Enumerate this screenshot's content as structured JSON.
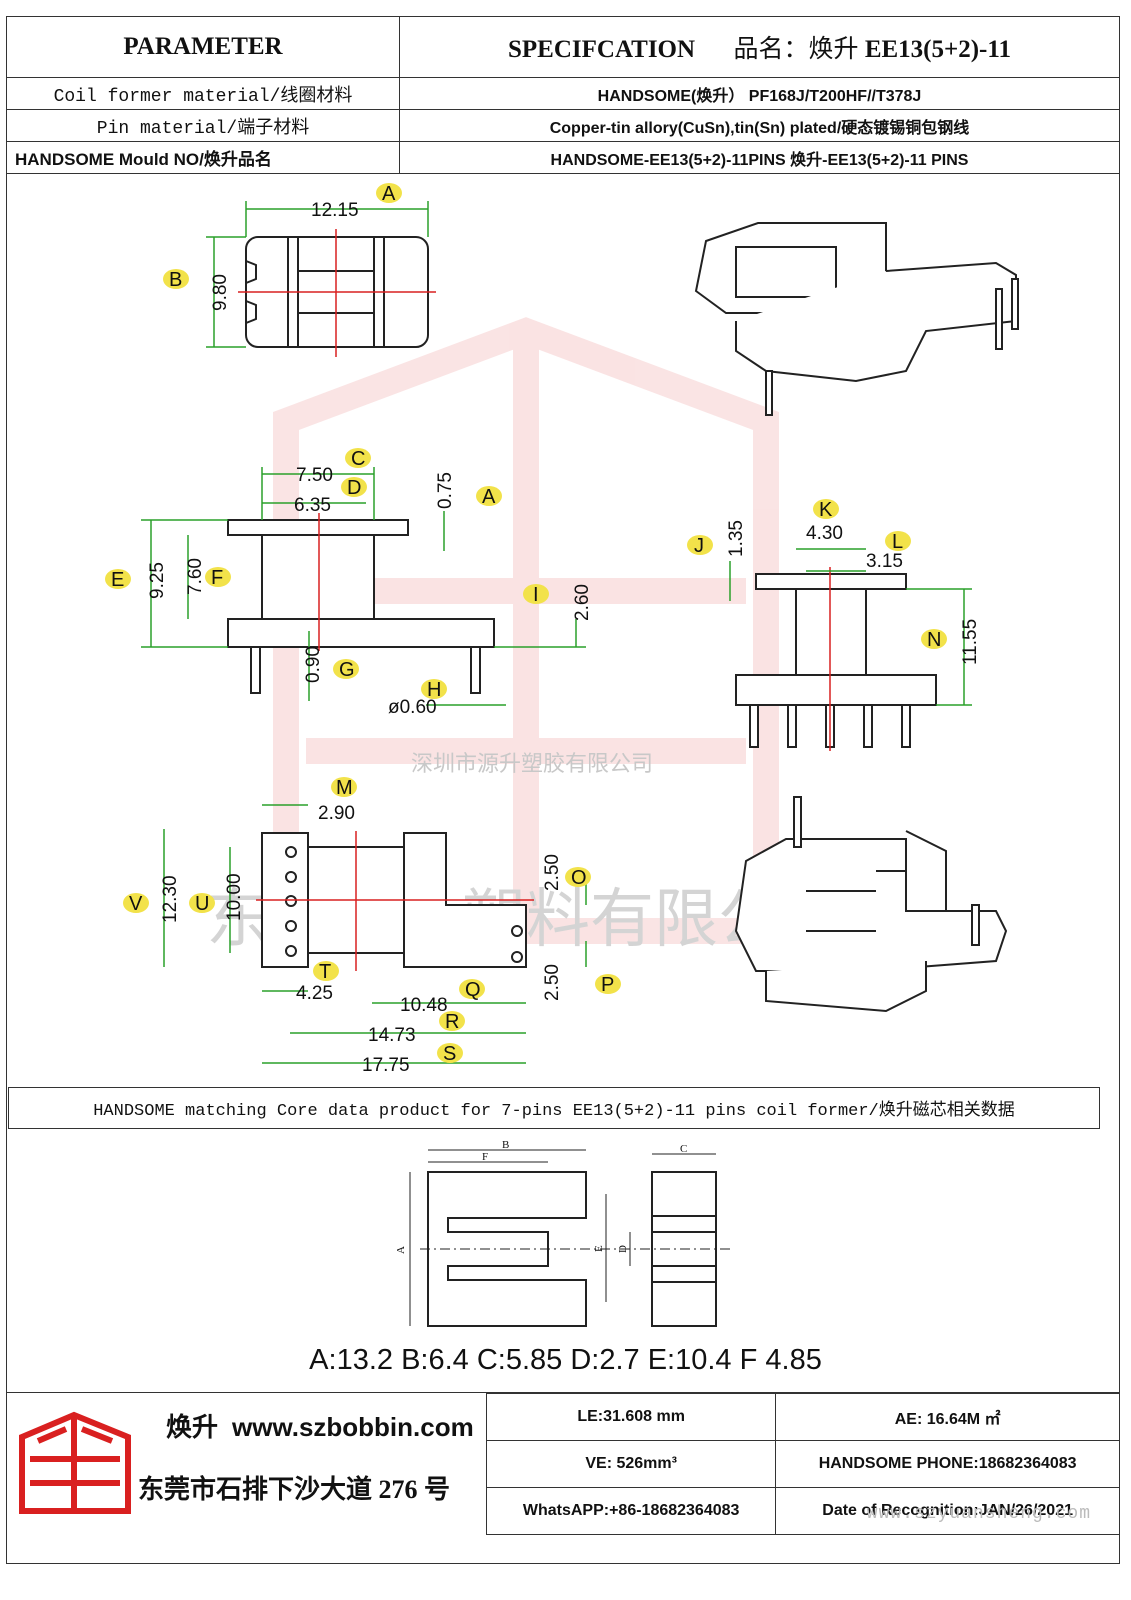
{
  "header": {
    "parameter": "PARAMETER",
    "specification": "SPECIFCATION",
    "product_name_label": "品名：焕升",
    "product_model": "EE13(5+2)-11",
    "rows": [
      {
        "label": "Coil former material/线圈材料",
        "value": "HANDSOME(焕升）  PF168J/T200HF//T378J"
      },
      {
        "label": "Pin material/端子材料",
        "value": "Copper-tin allory(CuSn),tin(Sn) plated/硬态镀锡铜包钢线"
      },
      {
        "label": "HANDSOME Mould NO/焕升品名",
        "value": "HANDSOME-EE13(5+2)-11PINS    焕升-EE13(5+2)-11 PINS"
      }
    ]
  },
  "drawing": {
    "watermark_top": "深圳市源升塑胶有限公司",
    "watermark_mid": "东莞焕升塑料有限公司",
    "dims": {
      "A": "12.15",
      "B": "9.80",
      "C": "7.50",
      "D": "6.35",
      "A2": "0.75",
      "E": "9.25",
      "F": "7.60",
      "G": "0.90",
      "H": "ø0.60",
      "I": "2.60",
      "J": "1.35",
      "K": "4.30",
      "L": "3.15",
      "N": "11.55",
      "M": "2.90",
      "V": "12.30",
      "U": "10.00",
      "T": "4.25",
      "O": "2.50",
      "P": "2.50",
      "Q": "10.48",
      "R": "14.73",
      "S": "17.75"
    },
    "letters": [
      "A",
      "B",
      "C",
      "D",
      "A",
      "E",
      "F",
      "G",
      "H",
      "I",
      "J",
      "K",
      "L",
      "N",
      "M",
      "V",
      "U",
      "T",
      "O",
      "P",
      "Q",
      "R",
      "S"
    ]
  },
  "core": {
    "title": "HANDSOME matching Core data  product for 7-pins EE13(5+2)-11 pins coil former/焕升磁芯相关数据",
    "values": "A:13.2 B:6.4 C:5.85 D:2.7 E:10.4 F 4.85",
    "letters": [
      "A",
      "B",
      "C",
      "D",
      "E",
      "F"
    ]
  },
  "footer": {
    "brand": "焕升",
    "url": "www.szbobbin.com",
    "address": "东莞市石排下沙大道 276 号",
    "le": "LE:31.608 mm",
    "ae": "AE: 16.64M ㎡",
    "ve": "VE: 526mm³",
    "phone": "HANDSOME PHONE:18682364083",
    "whatsapp": "WhatsAPP:+86-18682364083",
    "date": "Date of Recognition:JAN/26/2021",
    "watermark_url": "www.szyuansheng.com"
  },
  "colors": {
    "accent_red": "#d92020",
    "dim_green": "#2aa02a",
    "label_yellow": "#f2e24a"
  }
}
